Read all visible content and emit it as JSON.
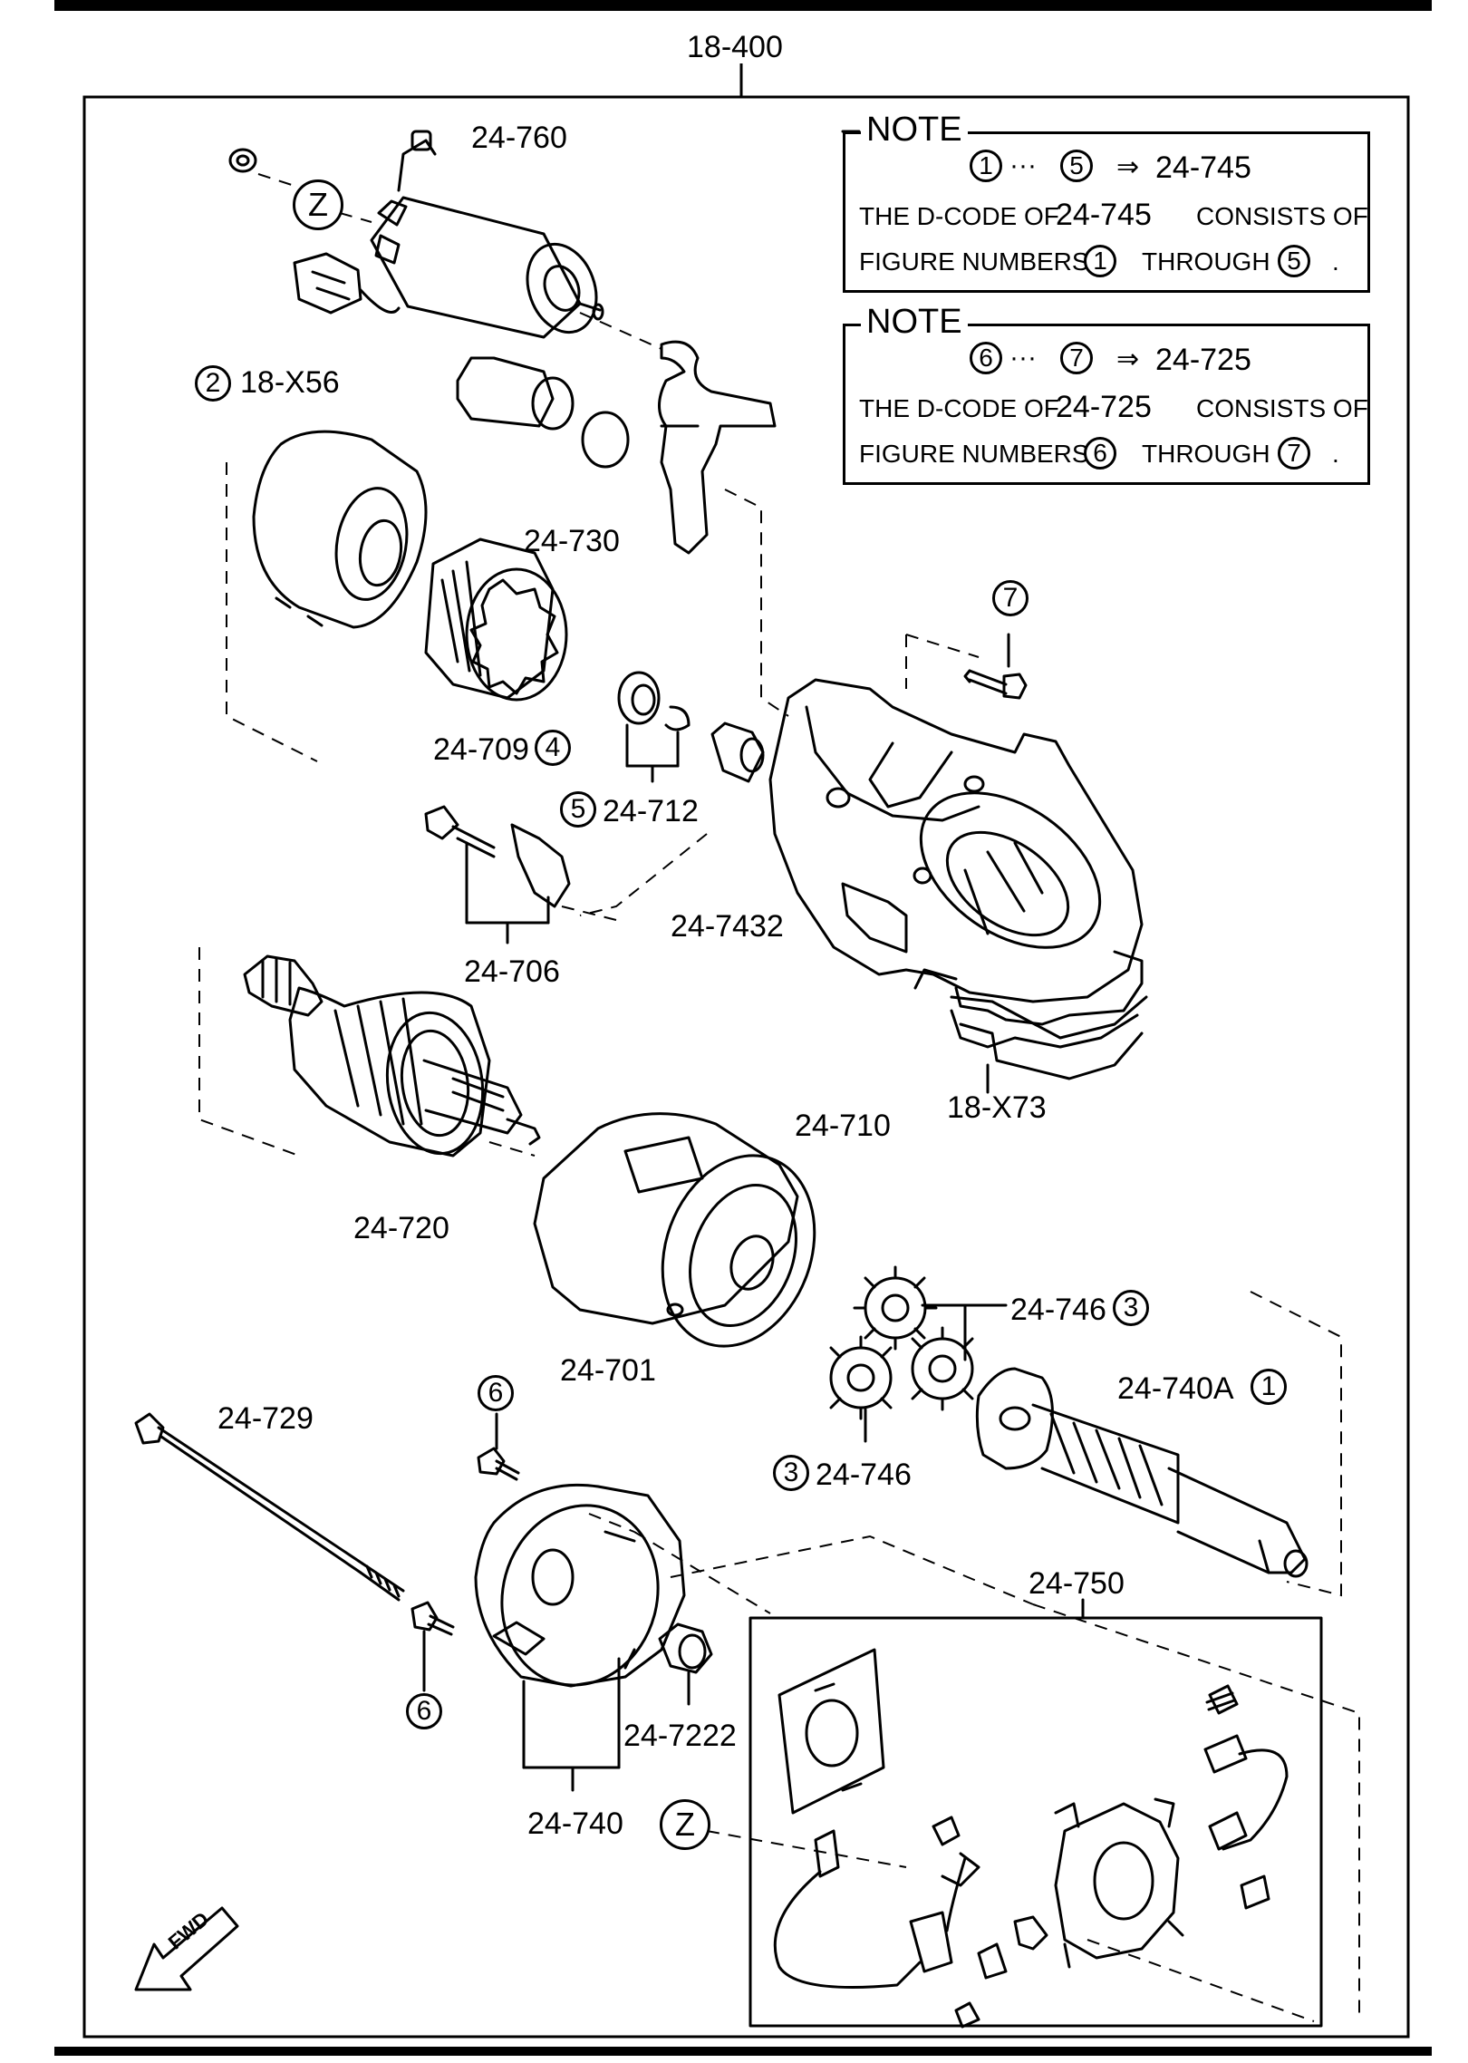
{
  "assembly": {
    "code": "18-400"
  },
  "notes": [
    {
      "title": "NOTE",
      "range_start": "1",
      "ellipsis": "···",
      "range_end": "5",
      "arrow": "⇒",
      "target": "24-745",
      "text_prefix": "THE D-CODE OF",
      "text_code": "24-745",
      "text_suffix": "CONSISTS OF",
      "figure_label": "FIGURE NUMBERS",
      "through_label": "THROUGH",
      "end_dot": "."
    },
    {
      "title": "NOTE",
      "range_start": "6",
      "ellipsis": "···",
      "range_end": "7",
      "arrow": "⇒",
      "target": "24-725",
      "text_prefix": "THE D-CODE OF",
      "text_code": "24-725",
      "text_suffix": "CONSISTS OF",
      "figure_label": "FIGURE NUMBERS",
      "through_label": "THROUGH",
      "end_dot": "."
    }
  ],
  "parts": {
    "p24_760": "24-760",
    "p18_x56": "18-X56",
    "p24_730": "24-730",
    "p24_709": "24-709",
    "p24_712": "24-712",
    "p24_706": "24-706",
    "p24_7432": "24-7432",
    "p24_710": "24-710",
    "p18_x73": "18-X73",
    "p24_720": "24-720",
    "p24_701": "24-701",
    "p24_746_a": "24-746",
    "p24_746_b": "24-746",
    "p24_740a": "24-740A",
    "p24_729": "24-729",
    "p24_750": "24-750",
    "p24_7222": "24-7222",
    "p24_740": "24-740"
  },
  "callouts": {
    "z1": "Z",
    "z2": "Z",
    "c2": "2",
    "c4": "4",
    "c5": "5",
    "c7": "7",
    "c3a": "3",
    "c3b": "3",
    "c1": "1",
    "c6a": "6",
    "c6b": "6"
  },
  "fwd": "FWD"
}
